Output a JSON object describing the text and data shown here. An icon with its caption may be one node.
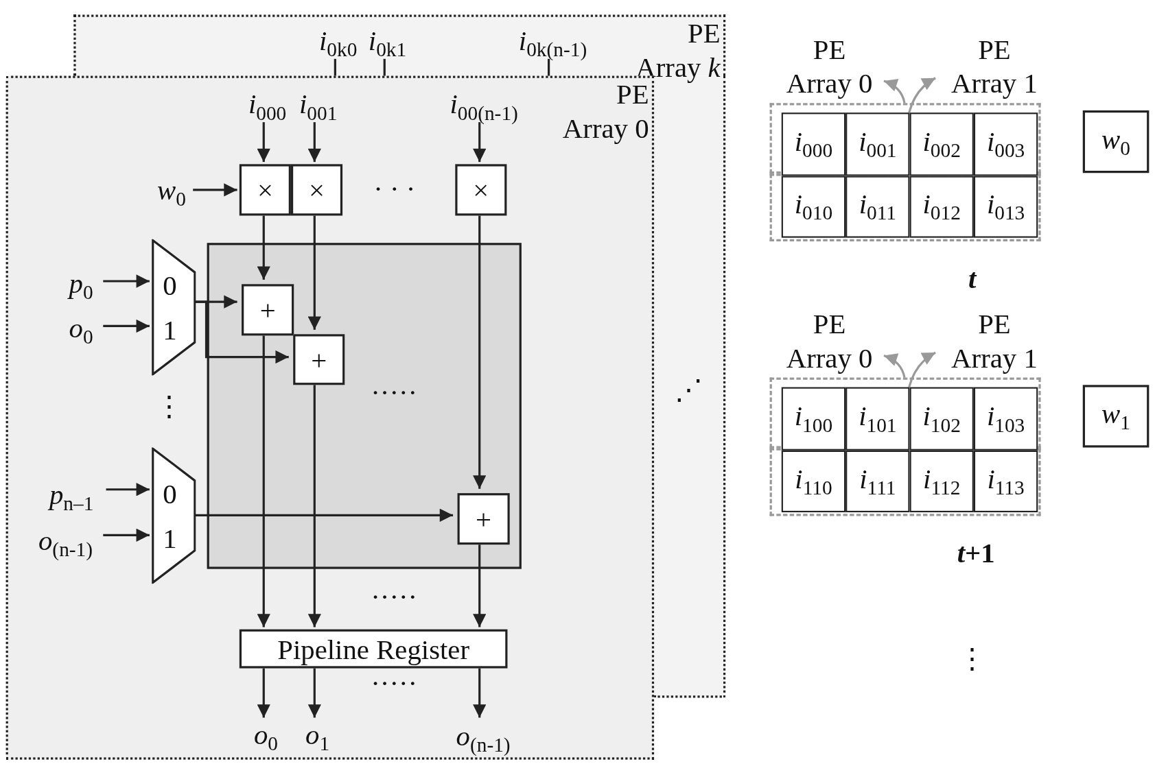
{
  "diagram": {
    "nodes": [
      {
        "text": [
          "PE Array *k*"
        ]
      },
      {
        "text": [
          "*i*$_{0k0}$"
        ],
        "in": 0
      },
      {
        "text": [
          "*i*$_{0k1}$"
        ],
        "in": 0
      },
      {
        "text": [
          "*i*$_{0k(n-1)}$"
        ],
        "in": 0
      },
      {
        "text": [
          "PE Array 0"
        ]
      },
      {
        "text": [
          "*i*$_{000}$"
        ],
        "in": 4
      },
      {
        "text": [
          "*i*$_{001}$"
        ],
        "in": 4
      },
      {
        "text": [
          "*i*$_{00(n-1)}$"
        ],
        "in": 4
      },
      {
        "text": [
          "*w*$_{0}$"
        ],
        "in": 4
      },
      {
        "text": [
          "×"
        ],
        "in": 4
      },
      {
        "text": [
          "×"
        ],
        "in": 4
      },
      {
        "text": [
          "×"
        ],
        "in": 4
      },
      {
        "text": [],
        "shape": "box",
        "in": 4
      },
      {
        "text": [
          "0",
          "1"
        ],
        "in": 4
      },
      {
        "text": [
          "*p*$_{0}$"
        ],
        "in": 4
      },
      {
        "text": [
          "*o*$_{0}$"
        ],
        "in": 4
      },
      {
        "text": [
          "+"
        ],
        "in": 12
      },
      {
        "text": [
          "+"
        ],
        "in": 12
      },
      {
        "text": [
          "0",
          "1"
        ],
        "in": 4
      },
      {
        "text": [
          "*p*$_{n–1}$"
        ],
        "in": 4
      },
      {
        "text": [
          "*o*$_{(n-1)}$"
        ],
        "in": 4
      },
      {
        "text": [
          "+"
        ],
        "in": 12
      },
      {
        "text": [
          "Pipeline Register"
        ],
        "in": 4
      },
      {
        "text": [
          "*o*$_{0}$"
        ],
        "in": 4
      },
      {
        "text": [
          "*o*$_{1}$"
        ],
        "in": 4
      },
      {
        "text": [
          "*o*$_{(n-1)}$"
        ],
        "in": 4
      },
      {
        "text": [
          "PE Array 0"
        ]
      },
      {
        "text": [
          "PE Array 1"
        ]
      },
      {
        "text": [],
        "shape": "box"
      },
      {
        "text": [
          "*i*$_{000}$"
        ],
        "in": 28
      },
      {
        "text": [
          "*i*$_{001}$"
        ],
        "in": 28
      },
      {
        "text": [
          "*i*$_{002}$"
        ],
        "in": 28
      },
      {
        "text": [
          "*i*$_{003}$"
        ],
        "in": 28
      },
      {
        "text": [],
        "shape": "box"
      },
      {
        "text": [
          "*i*$_{010}$"
        ],
        "in": 33
      },
      {
        "text": [
          "*i*$_{011}$"
        ],
        "in": 33
      },
      {
        "text": [
          "*i*$_{012}$"
        ],
        "in": 33
      },
      {
        "text": [
          "*i*$_{013}$"
        ],
        "in": 33
      },
      {
        "text": [
          "*w*$_{0}$"
        ]
      },
      {
        "text": [
          "PE Array 0"
        ]
      },
      {
        "text": [
          "PE Array 1"
        ]
      },
      {
        "text": [],
        "shape": "box"
      },
      {
        "text": [
          "*i*$_{100}$"
        ],
        "in": 41
      },
      {
        "text": [
          "*i*$_{101}$"
        ],
        "in": 41
      },
      {
        "text": [
          "*i*$_{102}$"
        ],
        "in": 41
      },
      {
        "text": [
          "*i*$_{103}$"
        ],
        "in": 41
      },
      {
        "text": [],
        "shape": "box"
      },
      {
        "text": [
          "*i*$_{110}$"
        ],
        "in": 46
      },
      {
        "text": [
          "*i*$_{111}$"
        ],
        "in": 46
      },
      {
        "text": [
          "*i*$_{112}$"
        ],
        "in": 46
      },
      {
        "text": [
          "*i*$_{113}$"
        ],
        "in": 46
      },
      {
        "text": [
          "*w*$_{1}$"
        ]
      }
    ],
    "edges": [
      {
        "from": 1,
        "to": 4,
        "arrow": "none"
      },
      {
        "from": 2,
        "to": 4,
        "arrow": "none"
      },
      {
        "from": 3,
        "to": 4,
        "arrow": "none"
      },
      {
        "from": 5,
        "to": 9,
        "arrow": "to"
      },
      {
        "from": 6,
        "to": 10,
        "arrow": "to"
      },
      {
        "from": 7,
        "to": 11,
        "arrow": "to"
      },
      {
        "from": 8,
        "to": 9,
        "arrow": "to"
      },
      {
        "from": 9,
        "to": 16,
        "arrow": "to"
      },
      {
        "from": 10,
        "to": 17,
        "arrow": "to"
      },
      {
        "from": 11,
        "to": 21,
        "arrow": "to"
      },
      {
        "from": 14,
        "to": 13,
        "arrow": "to"
      },
      {
        "from": 15,
        "to": 13,
        "arrow": "to"
      },
      {
        "from": 13,
        "to": 16,
        "arrow": "to"
      },
      {
        "from": 13,
        "to": 17,
        "arrow": "to"
      },
      {
        "from": 19,
        "to": 18,
        "arrow": "to"
      },
      {
        "from": 20,
        "to": 18,
        "arrow": "to"
      },
      {
        "from": 18,
        "to": 21,
        "arrow": "to"
      },
      {
        "from": 16,
        "to": 22,
        "arrow": "to"
      },
      {
        "from": 17,
        "to": 22,
        "arrow": "to"
      },
      {
        "from": 21,
        "to": 22,
        "arrow": "to"
      },
      {
        "from": 22,
        "to": 23,
        "arrow": "to"
      },
      {
        "from": 22,
        "to": 24,
        "arrow": "to"
      },
      {
        "from": 22,
        "to": 25,
        "arrow": "to"
      },
      {
        "from": 28,
        "to": 26,
        "arrow": "to",
        "color": "#999999"
      },
      {
        "from": 33,
        "to": 27,
        "arrow": "to",
        "color": "#999999"
      },
      {
        "from": 41,
        "to": 39,
        "arrow": "to",
        "color": "#999999"
      },
      {
        "from": 46,
        "to": 40,
        "arrow": "to",
        "color": "#999999"
      }
    ],
    "labels": [
      "· · ·",
      "t",
      "·····",
      "⋰",
      "⋮",
      "*t*+1",
      "·····",
      "⋮",
      "·····"
    ]
  }
}
